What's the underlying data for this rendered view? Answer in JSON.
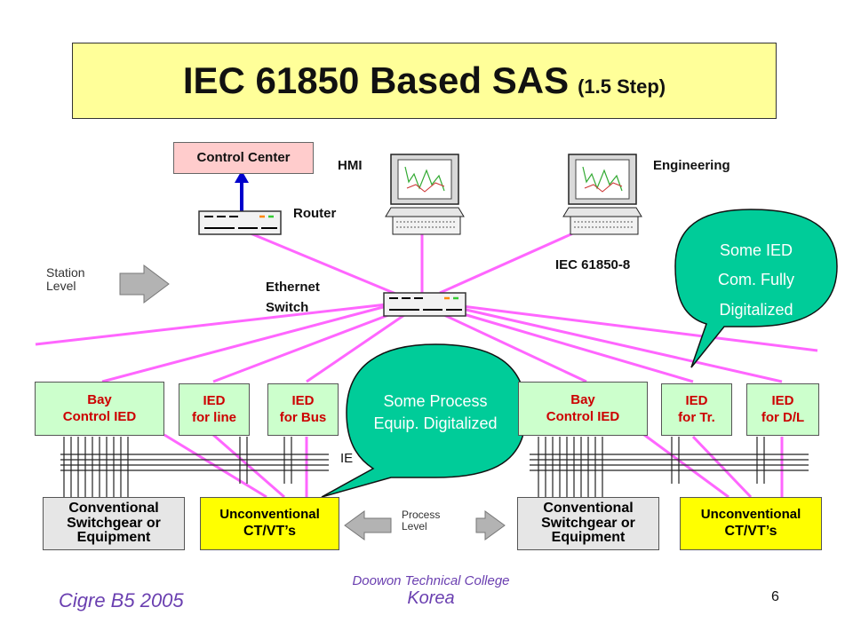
{
  "title": {
    "main": "IEC 61850 Based SAS",
    "sub": "(1.5 Step)"
  },
  "labels": {
    "control_center": "Control Center",
    "hmi": "HMI",
    "engineering": "Engineering",
    "router": "Router",
    "iec_61850_8": "IEC 61850-8",
    "station_level_1": "Station",
    "station_level_2": "Level",
    "ethernet_switch_1": "Ethernet",
    "ethernet_switch_2": "Switch",
    "process_level_1": "Process",
    "process_level_2": "Level",
    "ied_partial": "IE"
  },
  "ieds": [
    {
      "line1": "Bay",
      "line2": "Control IED"
    },
    {
      "line1": "IED",
      "line2": "for line"
    },
    {
      "line1": "IED",
      "line2": "for Bus"
    },
    {
      "line1": "Bay",
      "line2": "Control IED"
    },
    {
      "line1": "IED",
      "line2": "for Tr."
    },
    {
      "line1": "IED",
      "line2": "for D/L"
    }
  ],
  "equipment": [
    {
      "line1": "Conventional",
      "line2": "Switchgear or",
      "line3": "Equipment"
    },
    {
      "line1": "Unconventional",
      "line2": "CT/VT’s"
    },
    {
      "line1": "Conventional",
      "line2": "Switchgear or",
      "line3": "Equipment"
    },
    {
      "line1": "Unconventional",
      "line2": "CT/VT’s"
    }
  ],
  "callouts": {
    "process": {
      "line1": "Some Process",
      "line2": "Equip. Digitalized"
    },
    "ied": {
      "line1": "Some IED",
      "line2": "Com. Fully",
      "line3": "Digitalized"
    }
  },
  "footer": {
    "left": "Cigre B5  2005",
    "center_1": "Doowon Technical College",
    "center_2": "Korea",
    "page_number": "6"
  },
  "colors": {
    "title_bg": "#ffff99",
    "ied_bg": "#ccffcc",
    "ct_bg": "#ffff00",
    "equipment_bg": "#e6e6e6",
    "link_line": "#ff66ff",
    "callout_bg": "#00cc99",
    "ied_text": "#cc0000",
    "footer_text": "#6a3fb0"
  }
}
